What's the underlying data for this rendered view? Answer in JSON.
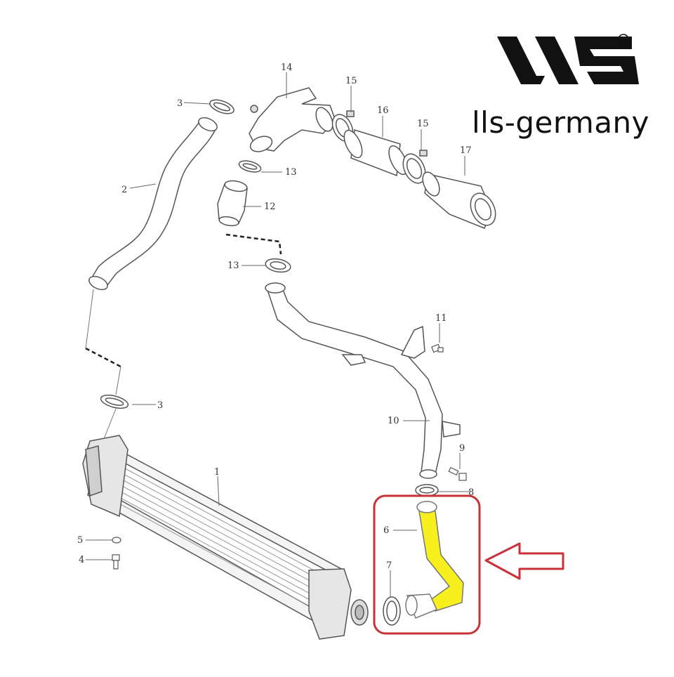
{
  "brand": {
    "name": "lls-germany",
    "logo_icon": "lls-logo-icon"
  },
  "callouts": {
    "p1": "1",
    "p2": "2",
    "p3a": "3",
    "p3b": "3",
    "p4": "4",
    "p5": "5",
    "p6": "6",
    "p7": "7",
    "p8": "8",
    "p9": "9",
    "p10": "10",
    "p11": "11",
    "p12": "12",
    "p13a": "13",
    "p13b": "13",
    "p14": "14",
    "p15a": "15",
    "p15b": "15",
    "p16": "16",
    "p17": "17"
  },
  "highlight": {
    "part": "6",
    "color": "#f7ef1e",
    "box_color": "#c8323a",
    "arrow_color": "#c8323a"
  }
}
